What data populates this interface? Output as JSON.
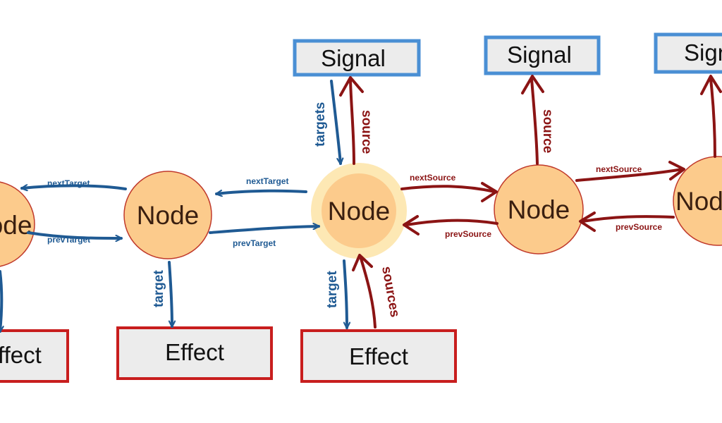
{
  "diagram": {
    "signals": [
      "Signal",
      "Signal",
      "Signal"
    ],
    "effects": [
      "Effect",
      "Effect",
      "Effect"
    ],
    "nodes": [
      "Node",
      "Node",
      "Node",
      "Node",
      "Node"
    ],
    "edge_labels": {
      "next_target_1": "nextTarget",
      "prev_target_1": "prevTarget",
      "next_target_2": "nextTarget",
      "prev_target_2": "prevTarget",
      "targets": "targets",
      "source_1": "source",
      "next_source_1": "nextSource",
      "prev_source_1": "prevSource",
      "source_2": "source",
      "next_source_2": "nextSource",
      "prev_source_2": "prevSource",
      "target_1": "target",
      "target_2": "target",
      "sources": "sources"
    },
    "colors": {
      "target_links": "#1f5a93",
      "source_links": "#8b1414",
      "signal_border": "#4a8fd4",
      "effect_border": "#c81e1e",
      "node_fill": "#fccb8c",
      "highlight_halo": "#fde8b4"
    }
  }
}
